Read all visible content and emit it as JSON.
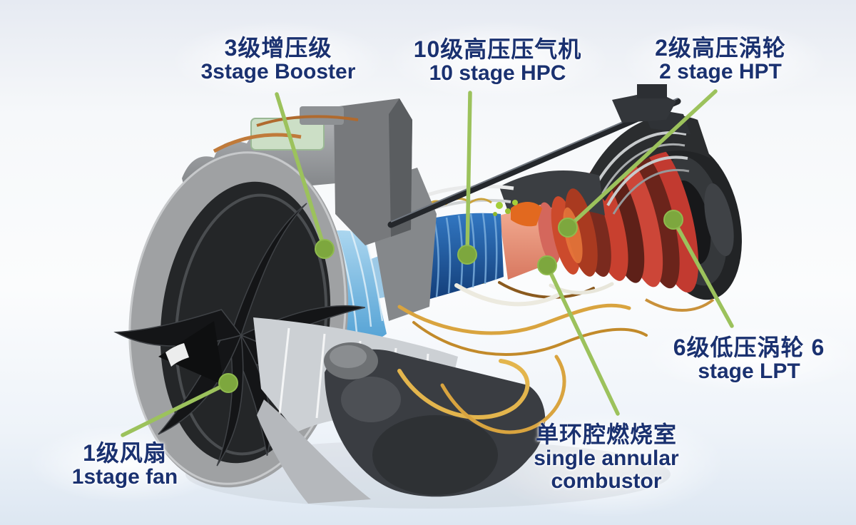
{
  "labels": {
    "booster": {
      "zh": "3级增压级",
      "en": "3stage Booster"
    },
    "hpc": {
      "zh": "10级高压压气机",
      "en": "10 stage HPC"
    },
    "hpt": {
      "zh": "2级高压涡轮",
      "en": "2 stage HPT"
    },
    "lpt": {
      "zh": "6级低压涡轮 6",
      "en": "stage LPT"
    },
    "combustor": {
      "zh": "单环腔燃烧室",
      "en_line1": "single annular",
      "en_line2": "combustor"
    },
    "fan": {
      "zh": "1级风扇",
      "en": "1stage fan"
    }
  },
  "colors": {
    "label_text": "#1a3170",
    "callout_line": "#9cc25c",
    "callout_dot": "#7da73e",
    "fan_case": "#9a9da0",
    "fan_blade": "#1a1c1e",
    "booster": "#7fc2e6",
    "hpc": "#1f5aa8",
    "combustor": "#eb9a82",
    "hpt": "#cc4a2c",
    "lpt": "#c23a30",
    "piping": "#d9a43f"
  }
}
